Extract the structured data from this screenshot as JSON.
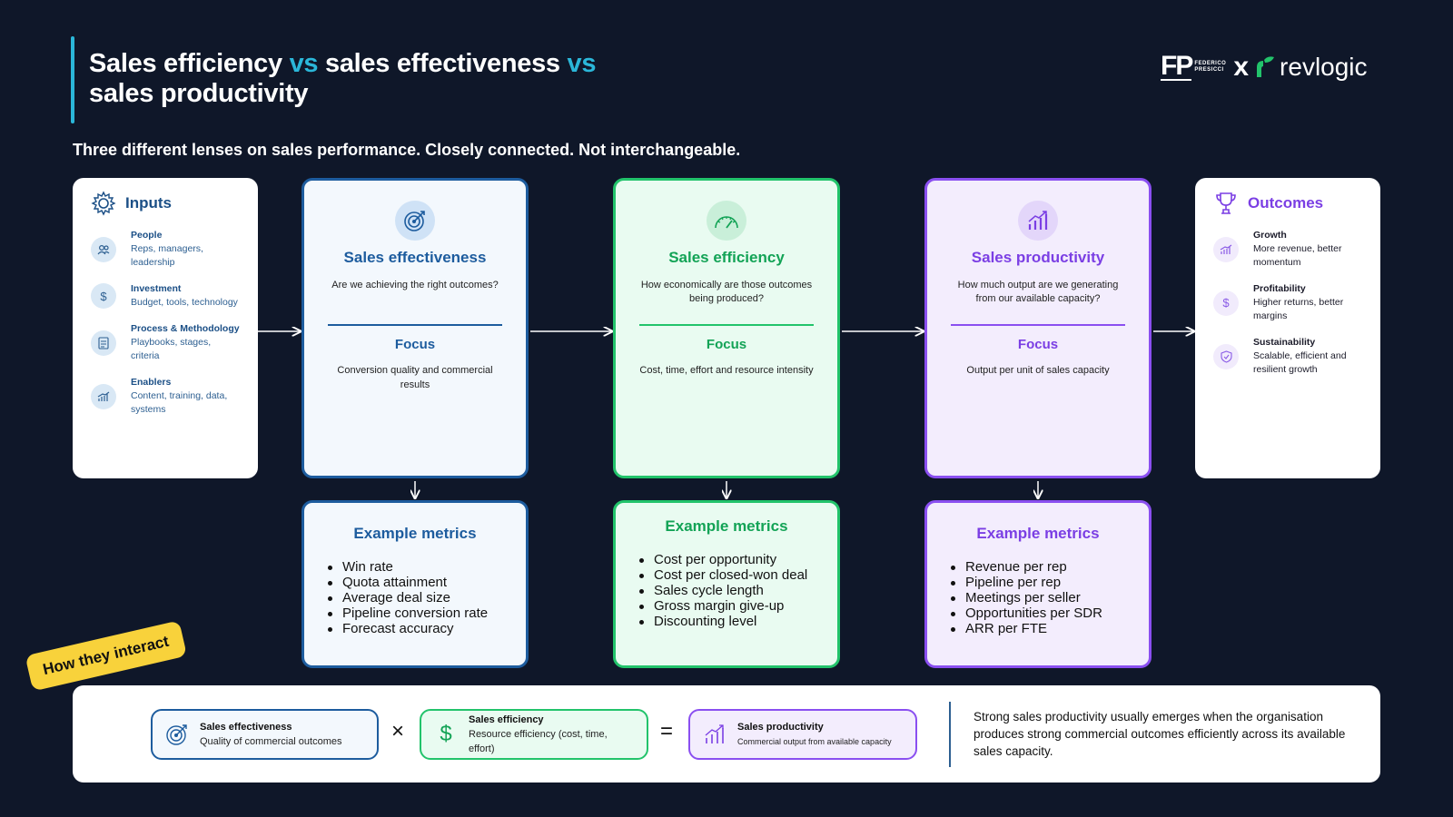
{
  "header": {
    "title_part1": "Sales efficiency ",
    "title_vs1": "vs",
    "title_part2": " sales effectiveness ",
    "title_vs2": "vs",
    "title_part3": "sales productivity",
    "subtitle": "Three different lenses on sales performance. Closely connected. Not interchangeable."
  },
  "logo": {
    "fp": "FP",
    "fp_sub1": "FEDERICO",
    "fp_sub2": "PRESICCI",
    "x": "x",
    "brand": "revlogic"
  },
  "inputs": {
    "title": "Inputs",
    "items": [
      {
        "title": "People",
        "desc": "Reps, managers, leadership",
        "icon": "people-icon"
      },
      {
        "title": "Investment",
        "desc": "Budget, tools, technology",
        "icon": "dollar-icon"
      },
      {
        "title": "Process & Methodology",
        "desc": "Playbooks, stages, criteria",
        "icon": "document-icon"
      },
      {
        "title": "Enablers",
        "desc": "Content, training, data, systems",
        "icon": "chart-icon"
      }
    ]
  },
  "lenses": [
    {
      "name": "Sales effectiveness",
      "question": "Are we achieving the right outcomes?",
      "focus_label": "Focus",
      "focus": "Conversion quality and commercial results",
      "icon": "target-icon"
    },
    {
      "name": "Sales efficiency",
      "question": "How economically are those outcomes being produced?",
      "focus_label": "Focus",
      "focus": "Cost, time, effort and resource intensity",
      "icon": "gauge-icon"
    },
    {
      "name": "Sales productivity",
      "question": "How much output are we generating from our available capacity?",
      "focus_label": "Focus",
      "focus": "Output per unit of sales capacity",
      "icon": "growth-chart-icon"
    }
  ],
  "metrics": [
    {
      "title": "Example metrics",
      "items": [
        "Win rate",
        "Quota attainment",
        "Average deal size",
        "Pipeline conversion rate",
        "Forecast accuracy"
      ]
    },
    {
      "title": "Example metrics",
      "items": [
        "Cost per opportunity",
        "Cost per closed-won deal",
        "Sales cycle length",
        "Gross margin give-up",
        "Discounting level"
      ]
    },
    {
      "title": "Example metrics",
      "items": [
        "Revenue per rep",
        "Pipeline per rep",
        "Meetings per seller",
        "Opportunities per SDR",
        "ARR per FTE"
      ]
    }
  ],
  "outcomes": {
    "title": "Outcomes",
    "items": [
      {
        "title": "Growth",
        "desc": "More revenue, better momentum",
        "icon": "growth-icon"
      },
      {
        "title": "Profitability",
        "desc": "Higher returns, better margins",
        "icon": "dollar-icon"
      },
      {
        "title": "Sustainability",
        "desc": "Scalable, efficient and resilient growth",
        "icon": "shield-check-icon"
      }
    ]
  },
  "interact": {
    "tag": "How they interact",
    "effectiveness": {
      "title": "Sales effectiveness",
      "desc": "Quality of commercial outcomes"
    },
    "multiply": "×",
    "efficiency": {
      "title": "Sales efficiency",
      "desc": "Resource efficiency (cost, time, effort)"
    },
    "equals": "=",
    "productivity": {
      "title": "Sales productivity",
      "desc": "Commercial output from available capacity"
    },
    "summary": "Strong sales productivity usually emerges when the organisation produces strong commercial outcomes efficiently across its available sales capacity."
  },
  "colors": {
    "background": "#0f1729",
    "accent": "#2bb7d9",
    "effectiveness": "#1d5c9e",
    "efficiency": "#22c36b",
    "productivity": "#8a4ff0",
    "tag": "#f8d23b"
  }
}
